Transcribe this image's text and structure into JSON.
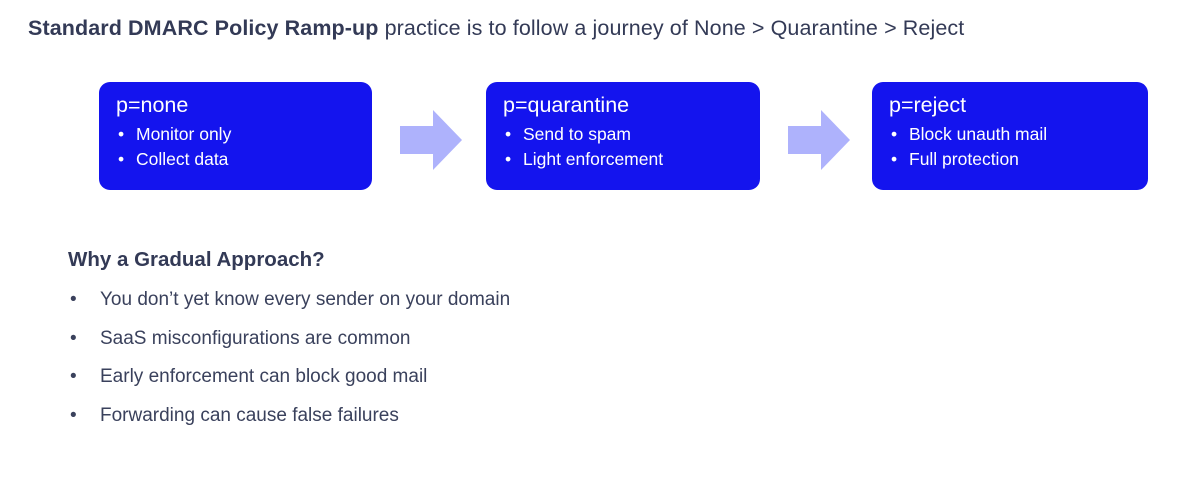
{
  "title": {
    "strong": "Standard DMARC Policy Ramp-up",
    "rest": " practice is to follow a journey of None > Quarantine > Reject"
  },
  "colors": {
    "card_blue": "#1414EE",
    "arrow_periwinkle": "#AEB2FC",
    "text_navy": "#333A56",
    "body_text": "#3A415C",
    "background": "#FFFFFF"
  },
  "stages": [
    {
      "id": "none",
      "title": "p=none",
      "bullet": "•",
      "items": [
        "Monitor only",
        "Collect data"
      ]
    },
    {
      "id": "quarantine",
      "title": "p=quarantine",
      "bullet": "•",
      "items": [
        "Send to spam",
        "Light enforcement"
      ]
    },
    {
      "id": "reject",
      "title": "p=reject",
      "bullet": "•",
      "items": [
        "Block unauth mail",
        "Full protection"
      ]
    }
  ],
  "arrows": [
    {
      "id": "arrow-none-to-quarantine",
      "name": "right-arrow-icon"
    },
    {
      "id": "arrow-quarantine-to-reject",
      "name": "right-arrow-icon"
    }
  ],
  "why": {
    "heading": "Why a Gradual Approach?",
    "bullet": "•",
    "items": [
      "You don’t yet know every sender on your domain",
      "SaaS misconfigurations are common",
      "Early enforcement can block good mail",
      "Forwarding can cause false failures"
    ]
  }
}
